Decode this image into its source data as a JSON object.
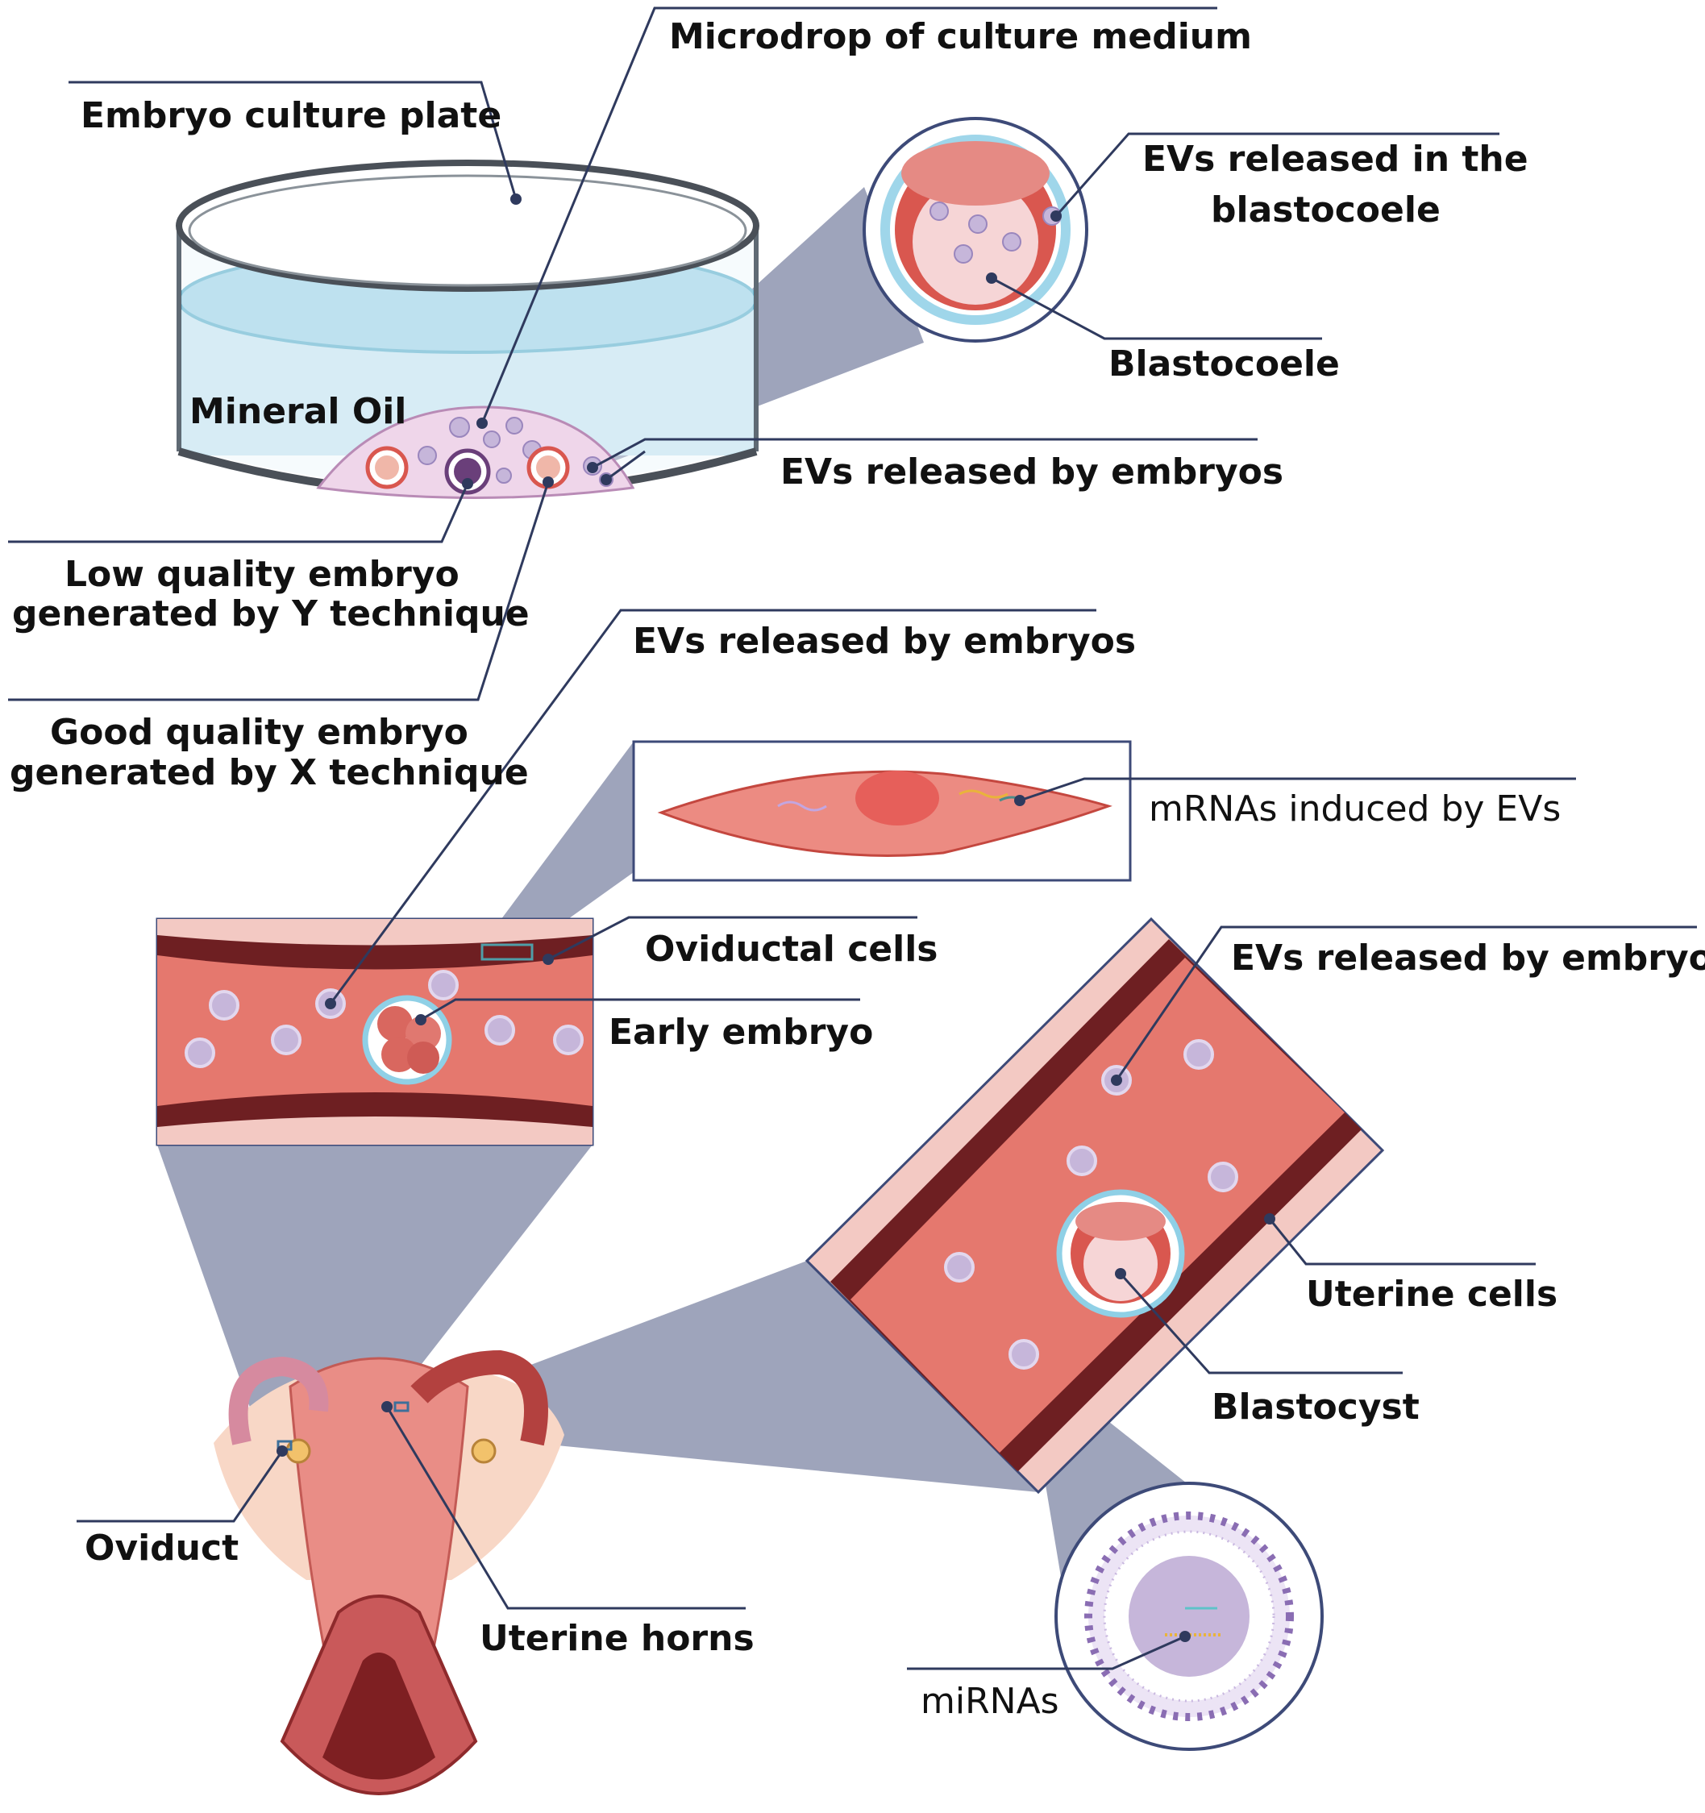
{
  "colors": {
    "leader": "#2f3a5e",
    "beam": "#3d4a78",
    "tissue": "#e5786e",
    "tissue_dark": "#6e1f22",
    "cell": "#d9574f",
    "ev": "#c6b6da",
    "medium": "#f0d8ea",
    "oil": "#bfe1ef",
    "miRNA_membrane": "#8a6db3"
  },
  "labels": {
    "microdrop": "Microdrop of culture medium",
    "culture_plate": "Embryo culture plate",
    "evs_blastocoele_line1": "EVs released in the",
    "evs_blastocoele_line2": "blastocoele",
    "blastocoele": "Blastocoele",
    "mineral_oil": "Mineral Oil",
    "evs_embryos_dish": "EVs released by embryos",
    "low_quality_line1": "Low quality embryo",
    "low_quality_line2": "generated by Y technique",
    "good_quality_line1": "Good quality embryo",
    "good_quality_line2": "generated by X technique",
    "evs_embryos_oviduct": "EVs released by embryos",
    "mrnas": "mRNAs induced by EVs",
    "oviductal_cells": "Oviductal cells",
    "early_embryo": "Early embryo",
    "evs_embryos_uterus": "EVs released by embryos",
    "uterine_cells": "Uterine cells",
    "blastocyst": "Blastocyst",
    "oviduct": "Oviduct",
    "uterine_horns": "Uterine horns",
    "mirnas": "miRNAs"
  }
}
